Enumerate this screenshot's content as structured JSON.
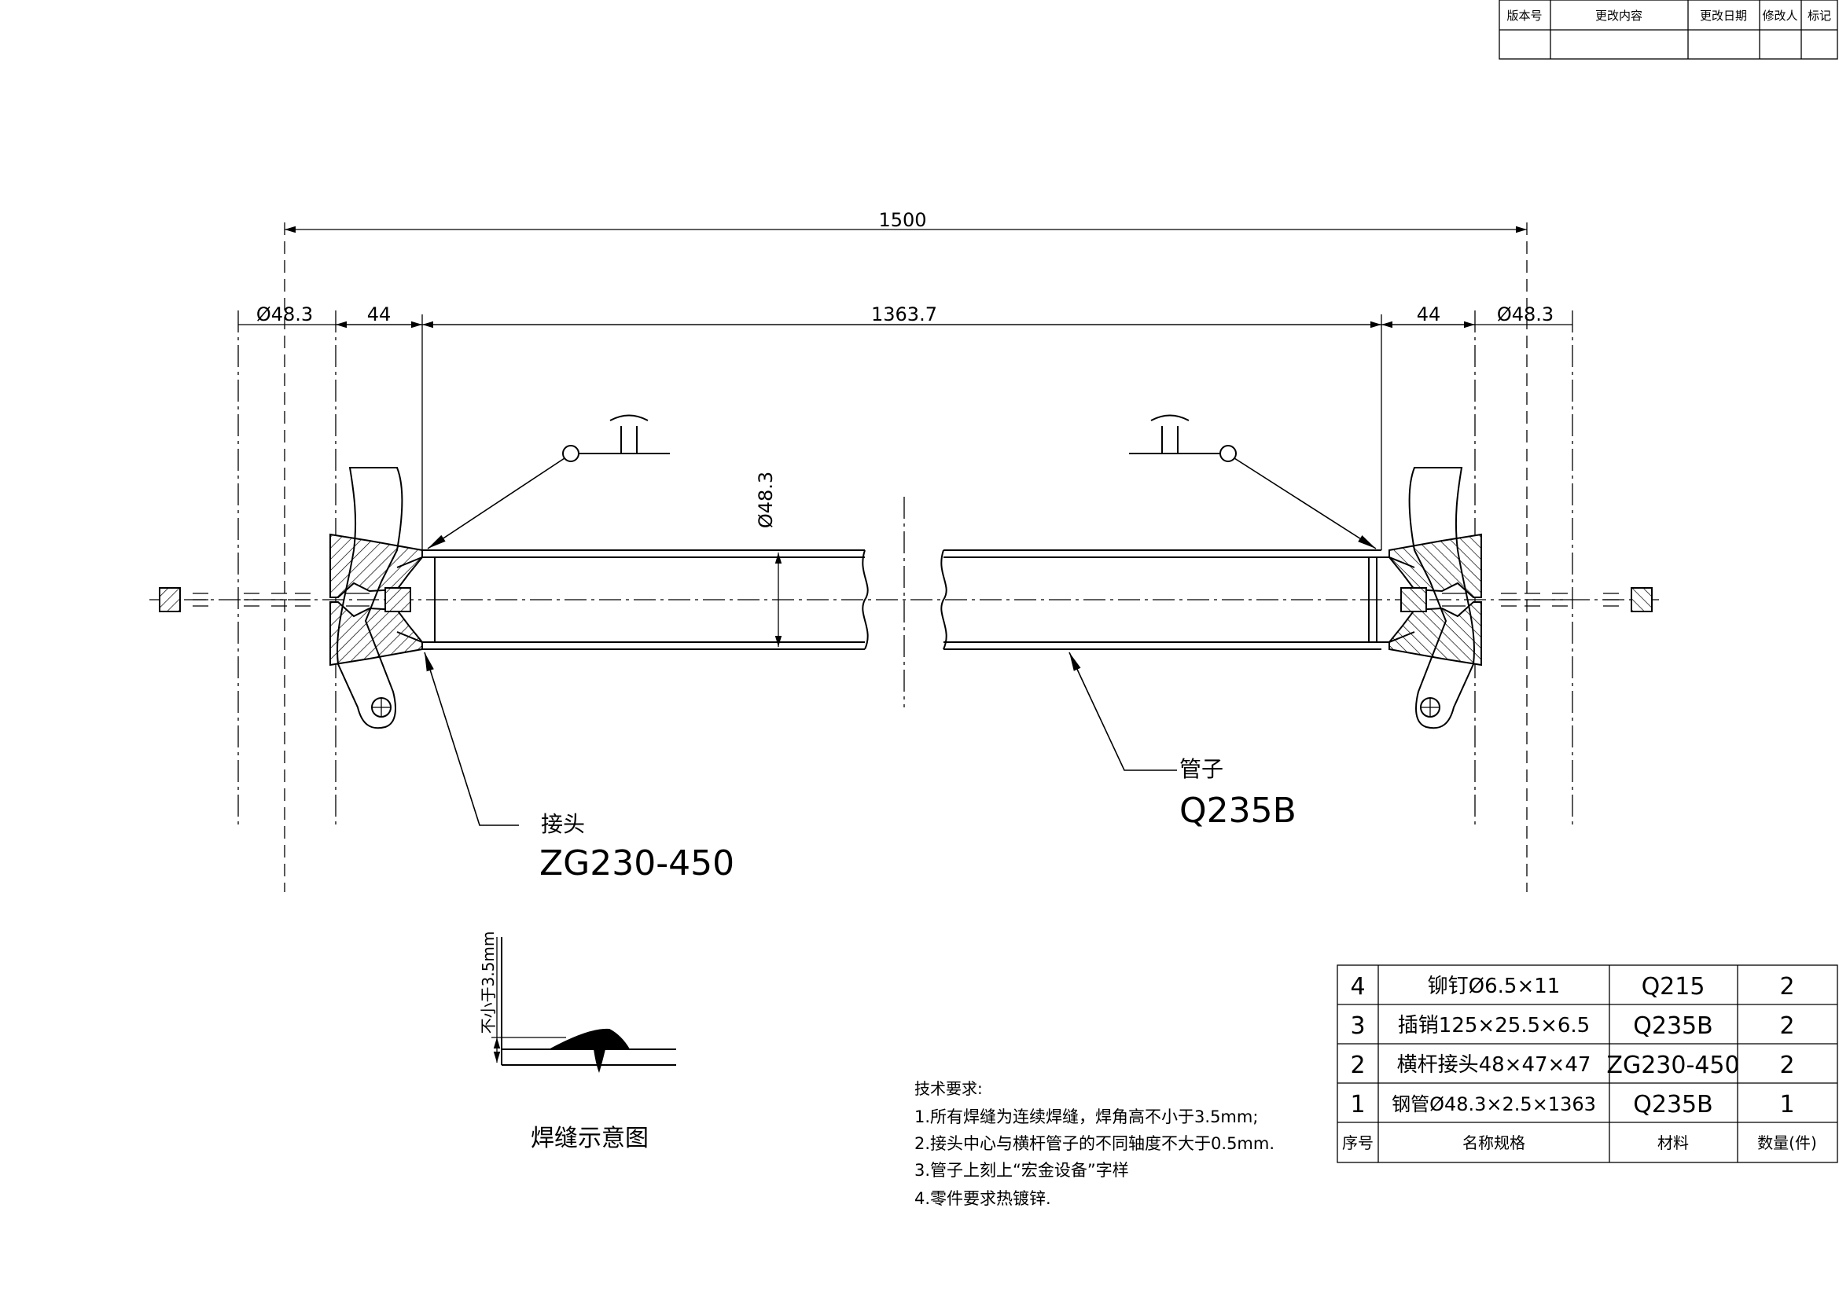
{
  "revision_table": {
    "headers": [
      "版本号",
      "更改内容",
      "更改日期",
      "修改人",
      "标记"
    ]
  },
  "dimensions": {
    "overall": "1500",
    "left_dia": "Ø48.3",
    "left_joint": "44",
    "middle": "1363.7",
    "right_joint": "44",
    "right_dia": "Ø48.3",
    "tube_dia": "Ø48.3"
  },
  "callouts": {
    "joint_name": "接头",
    "joint_material": "ZG230-450",
    "pipe_name": "管子",
    "pipe_material": "Q235B"
  },
  "weld_diagram": {
    "title": "焊缝示意图",
    "dimension": "不小于3.5mm"
  },
  "tech_requirements": {
    "title": "技术要求:",
    "items": [
      "1.所有焊缝为连续焊缝，焊角高不小于3.5mm;",
      "2.接头中心与横杆管子的不同轴度不大于0.5mm.",
      "3.管子上刻上“宏金设备”字样",
      "4.零件要求热镀锌."
    ]
  },
  "bom": {
    "rows": [
      {
        "no": "4",
        "name": "铆钉Ø6.5×11",
        "material": "Q215",
        "qty": "2"
      },
      {
        "no": "3",
        "name": "插销125×25.5×6.5",
        "material": "Q235B",
        "qty": "2"
      },
      {
        "no": "2",
        "name": "横杆接头48×47×47",
        "material": "ZG230-450",
        "qty": "2"
      },
      {
        "no": "1",
        "name": "钢管Ø48.3×2.5×1363",
        "material": "Q235B",
        "qty": "1"
      }
    ],
    "headers": {
      "no": "序号",
      "name": "名称规格",
      "material": "材料",
      "qty": "数量(件)"
    }
  }
}
